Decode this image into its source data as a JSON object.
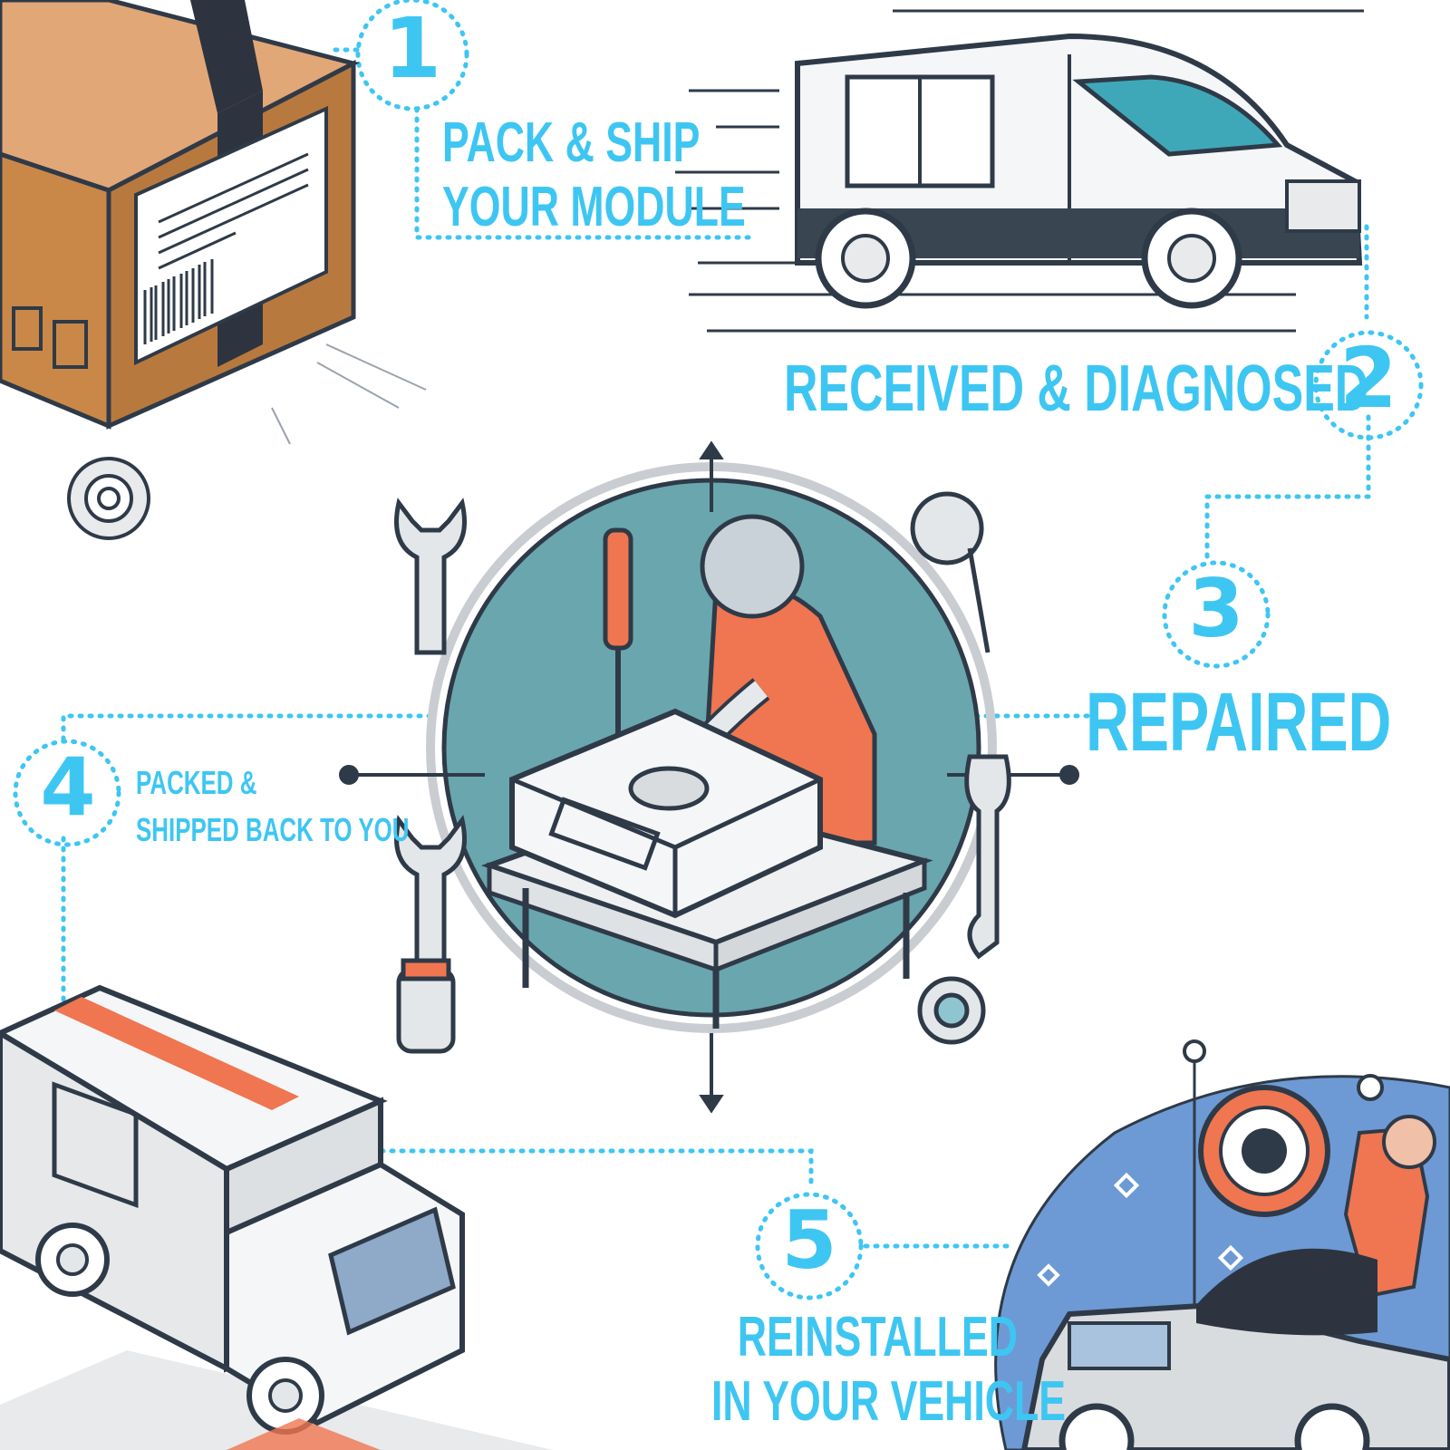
{
  "accent": "#3ec6f2",
  "steps": [
    {
      "number": "1",
      "lines": [
        "Pack & Ship",
        "Your Module"
      ]
    },
    {
      "number": "2",
      "lines": [
        "Received & Diagnosed"
      ]
    },
    {
      "number": "3",
      "lines": [
        "Repaired"
      ]
    },
    {
      "number": "4",
      "lines": [
        "Packed &",
        "Shipped back to you"
      ]
    },
    {
      "number": "5",
      "lines": [
        "Reinstalled",
        "in your vehicle"
      ]
    }
  ],
  "icons": [
    "cardboard-box-icon",
    "delivery-van-icon",
    "technician-workbench-icon",
    "box-truck-icon",
    "car-mechanic-icon",
    "wrench-icon",
    "screwdriver-icon"
  ]
}
